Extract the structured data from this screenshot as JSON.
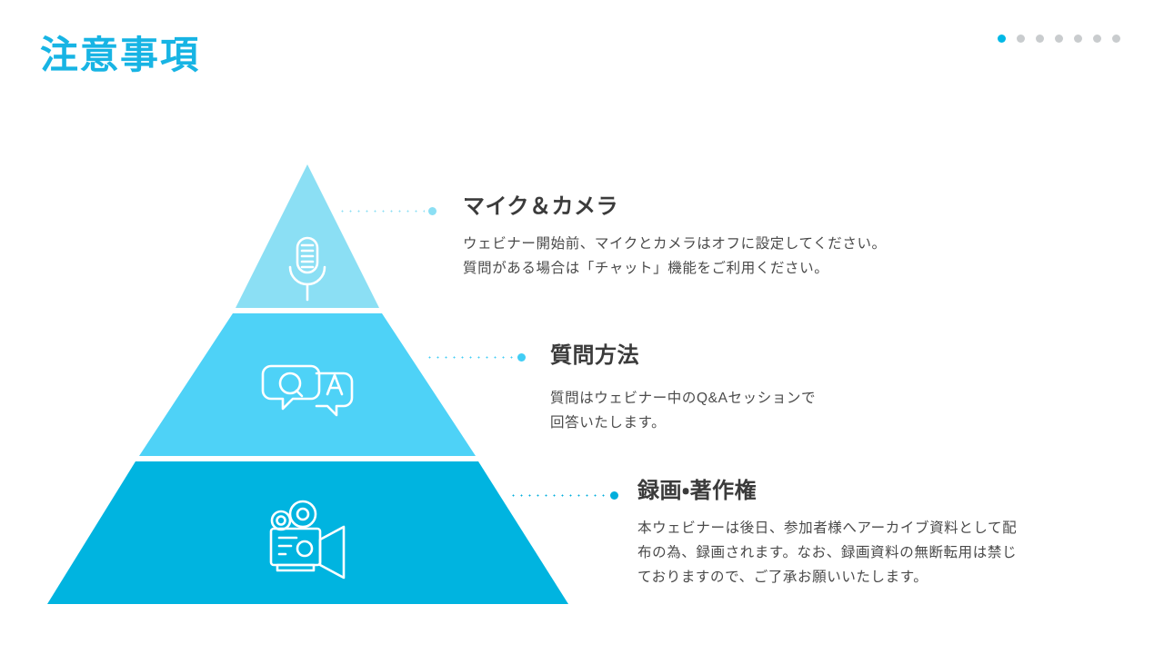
{
  "slide": {
    "title": "注意事項",
    "background_color": "#FFFFFF",
    "accent_color": "#17B4E4"
  },
  "pagination": {
    "total": 7,
    "active_index": 0,
    "active_color": "#00B8E6",
    "inactive_color": "#C9CCCE"
  },
  "pyramid": {
    "tiers": [
      {
        "name": "top-tier",
        "color": "#8BDFF4",
        "icon": "microphone-icon"
      },
      {
        "name": "middle-tier",
        "color": "#4ED2F7",
        "icon": "qa-speech-bubble-icon"
      },
      {
        "name": "bottom-tier",
        "color": "#00B4E0",
        "icon": "movie-camera-icon"
      }
    ]
  },
  "sections": [
    {
      "heading": "マイク＆カメラ",
      "lines": [
        "ウェビナー開始前、マイクとカメラはオフに設定してください。",
        "質問がある場合は「チャット」機能をご利用ください。"
      ],
      "connector_color": "#8BDFF4"
    },
    {
      "heading": "質問方法",
      "lines": [
        "質問はウェビナー中のQ&Aセッションで",
        "回答いたします。"
      ],
      "connector_color": "#41CDF5"
    },
    {
      "heading": "録画・著作権",
      "lines": [
        "本ウェビナーは後日、参加者様へアーカイブ資料として配",
        "布の為、録画されます。なお、録画資料の無断転用は禁じ",
        "ておりますので、ご了承お願いいたします。"
      ],
      "connector_color": "#00AEDC"
    }
  ]
}
